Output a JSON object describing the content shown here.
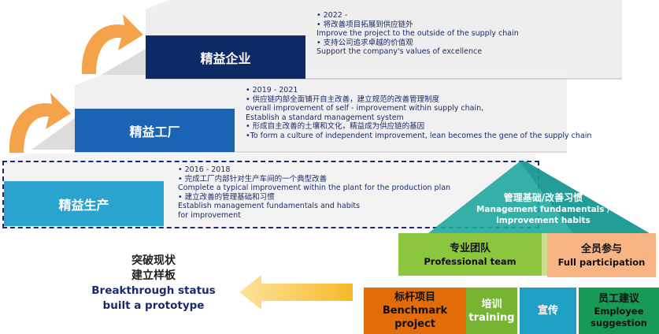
{
  "stages": [
    {
      "title": "精益企业",
      "lines": [
        "•  2022 -",
        "•  将改善项目拓展到供应链外",
        "    Improve the project to the outside of the supply chain",
        "•  支持公司追求卓越的价值观",
        "    Support the company's values of excellence"
      ]
    },
    {
      "title": "精益工厂",
      "lines": [
        "•  2019 - 2021",
        "•  供应链内部全面铺开自主改善，建立规范的改善管理制度",
        "    overall improvement of self - improvement within supply chain,",
        "Establish a standard management system",
        "•  形成自主改善的土壤和文化，精益成为供应链的基因",
        "•To form a culture of independent improvement, lean becomes the gene of the supply chain"
      ]
    },
    {
      "title": "精益生产",
      "lines": [
        "•  2016 - 2018",
        "•  完成工厂内部针对生产车间的一个典型改善",
        "    Complete a typical improvement within the plant for the production plan",
        "•  建立改善的管理基础和习惯",
        "    Establish management fundamentals and habits",
        "for improvement"
      ]
    }
  ],
  "breakthrough": {
    "cn1": "突破现状",
    "cn2": "建立样板",
    "en1": "Breakthrough status",
    "en2": "built a prototype"
  },
  "pyramid": {
    "top": {
      "cn": "管理基础/改善习惯",
      "en1": "Management fundamentals /",
      "en2": "improvement habits"
    },
    "team": {
      "cn": "专业团队",
      "en": "Professional team"
    },
    "participation": {
      "cn": "全员参与",
      "en": "Full participation"
    },
    "benchmark": {
      "cn": "标杆项目",
      "en1": "Benchmark",
      "en2": "project"
    },
    "training": {
      "cn": "培训",
      "en": "training"
    },
    "publicity": {
      "cn": "宣传"
    },
    "suggestion": {
      "cn": "员工建议",
      "en1": "Employee",
      "en2": "suggestion"
    }
  },
  "colors": {
    "enterprise": "#0e2a66",
    "factory": "#1a63b5",
    "production": "#2aa3cf",
    "arrow": "#f5a34a",
    "pyramid_top": "#1fa9a1",
    "team": "#8bc63e",
    "participation": "#f8b583",
    "benchmark": "#e36c0a",
    "training": "#76b531",
    "publicity": "#1f9fc4",
    "suggestion": "#169a55"
  }
}
